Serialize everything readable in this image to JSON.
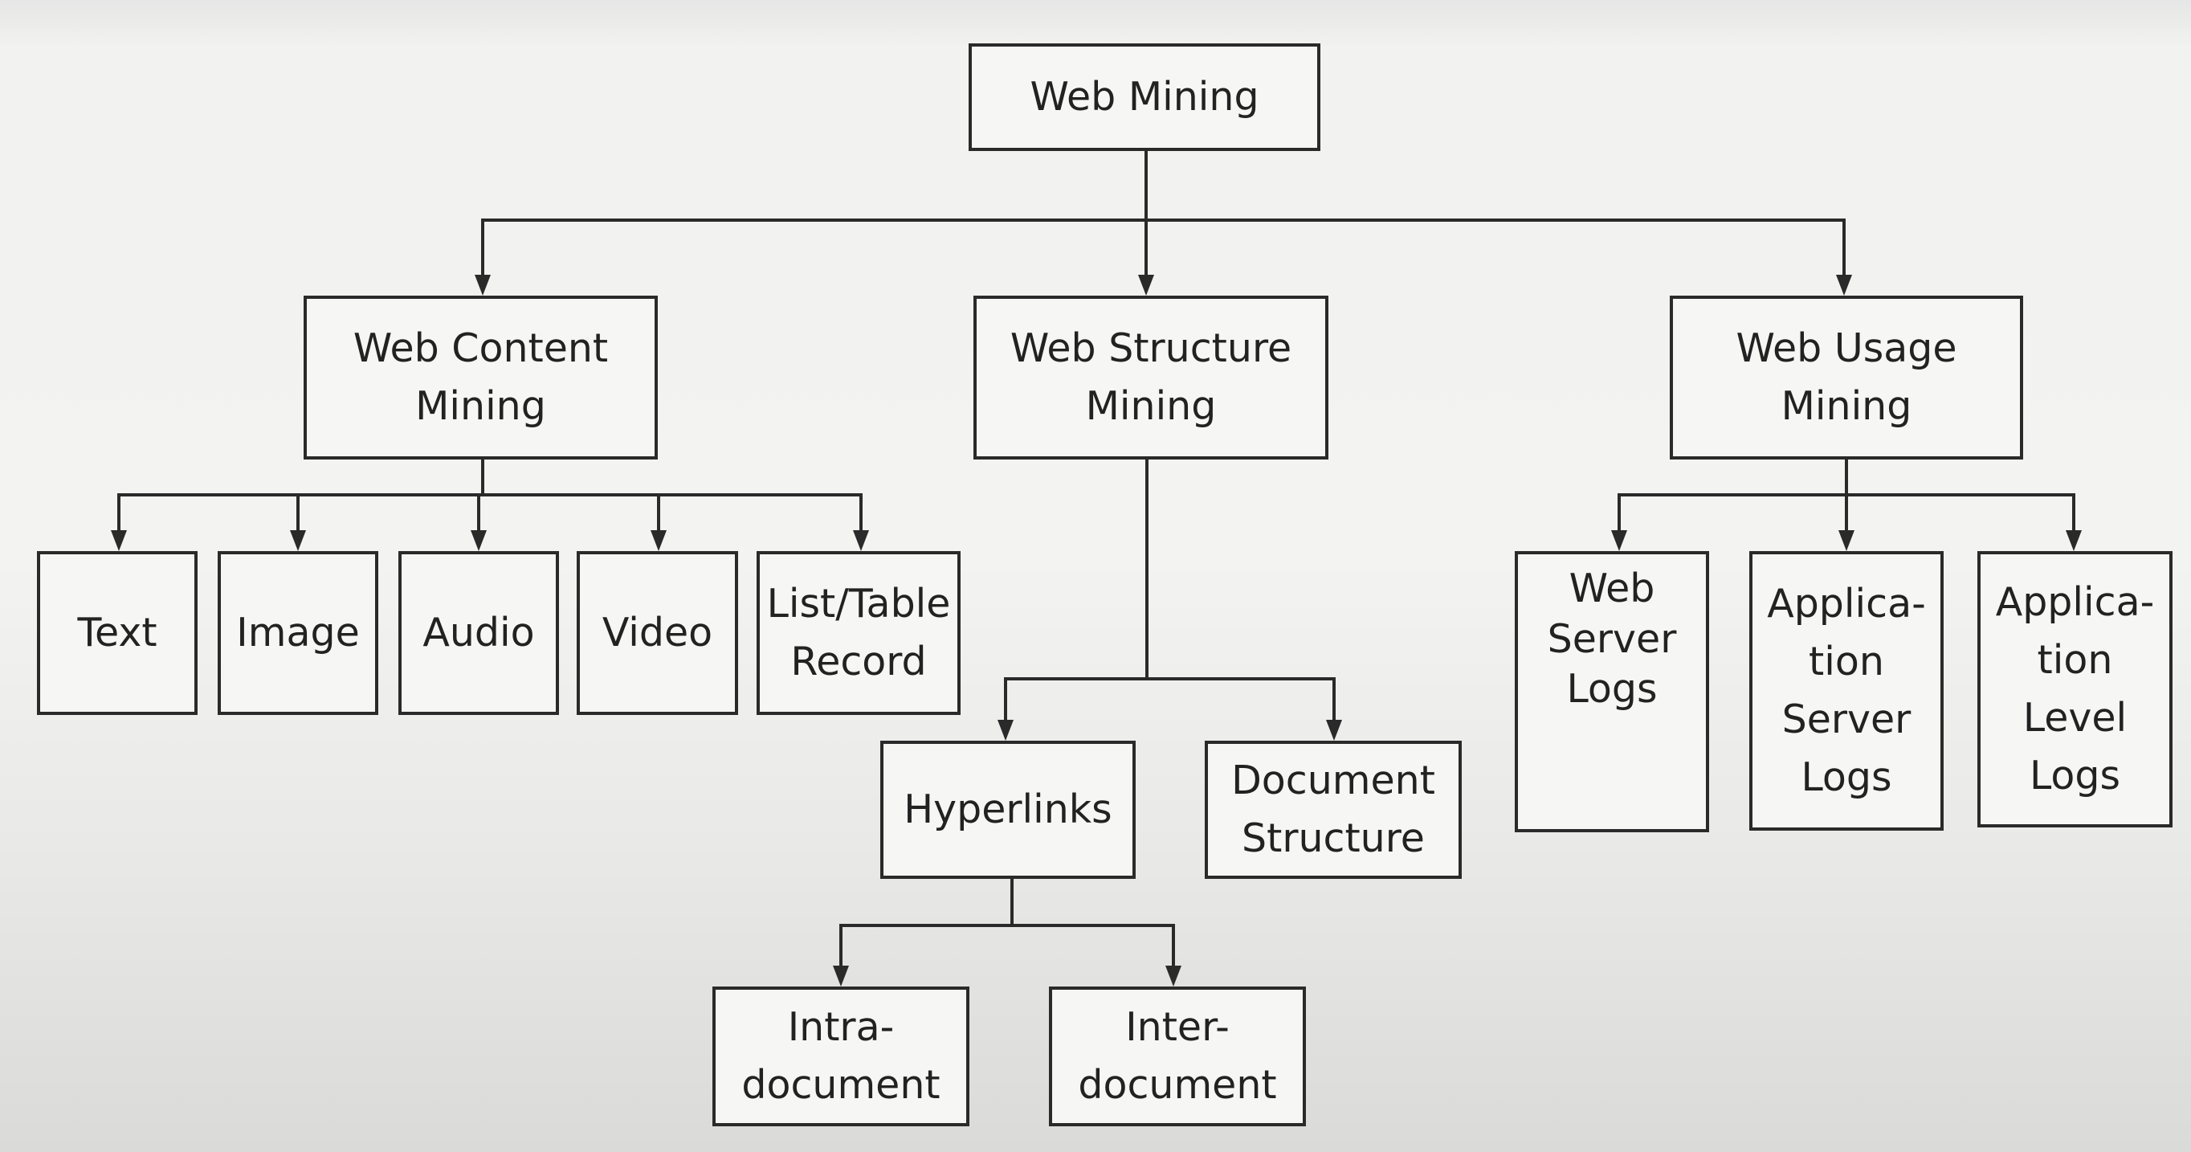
{
  "diagram": {
    "type": "tree",
    "root": {
      "id": "web-mining",
      "label": "Web Mining"
    },
    "nodes": [
      {
        "id": "web-mining",
        "label": "Web Mining"
      },
      {
        "id": "web-content-mining",
        "label": "Web Content\nMining"
      },
      {
        "id": "web-structure-mining",
        "label": "Web Structure\nMining"
      },
      {
        "id": "web-usage-mining",
        "label": "Web Usage\nMining"
      },
      {
        "id": "text",
        "label": "Text"
      },
      {
        "id": "image",
        "label": "Image"
      },
      {
        "id": "audio",
        "label": "Audio"
      },
      {
        "id": "video",
        "label": "Video"
      },
      {
        "id": "list-table-record",
        "label": "List/Table\nRecord"
      },
      {
        "id": "hyperlinks",
        "label": "Hyperlinks"
      },
      {
        "id": "document-structure",
        "label": "Document\nStructure"
      },
      {
        "id": "intra-document",
        "label": "Intra-\ndocument"
      },
      {
        "id": "inter-document",
        "label": "Inter-\ndocument"
      },
      {
        "id": "web-server-logs",
        "label": "Web\nServer\nLogs"
      },
      {
        "id": "application-server-logs",
        "label": "Applica-\ntion\nServer\nLogs"
      },
      {
        "id": "application-level-logs",
        "label": "Applica-\ntion\nLevel\nLogs"
      }
    ],
    "edges": [
      {
        "from": "web-mining",
        "to": "web-content-mining"
      },
      {
        "from": "web-mining",
        "to": "web-structure-mining"
      },
      {
        "from": "web-mining",
        "to": "web-usage-mining"
      },
      {
        "from": "web-content-mining",
        "to": "text"
      },
      {
        "from": "web-content-mining",
        "to": "image"
      },
      {
        "from": "web-content-mining",
        "to": "audio"
      },
      {
        "from": "web-content-mining",
        "to": "video"
      },
      {
        "from": "web-content-mining",
        "to": "list-table-record"
      },
      {
        "from": "web-structure-mining",
        "to": "hyperlinks"
      },
      {
        "from": "web-structure-mining",
        "to": "document-structure"
      },
      {
        "from": "hyperlinks",
        "to": "intra-document"
      },
      {
        "from": "hyperlinks",
        "to": "inter-document"
      },
      {
        "from": "web-usage-mining",
        "to": "web-server-logs"
      },
      {
        "from": "web-usage-mining",
        "to": "application-server-logs"
      },
      {
        "from": "web-usage-mining",
        "to": "application-level-logs"
      }
    ]
  },
  "colors": {
    "line": "#2a2a2a",
    "box_fill": "#f6f6f4",
    "text": "#222222"
  }
}
